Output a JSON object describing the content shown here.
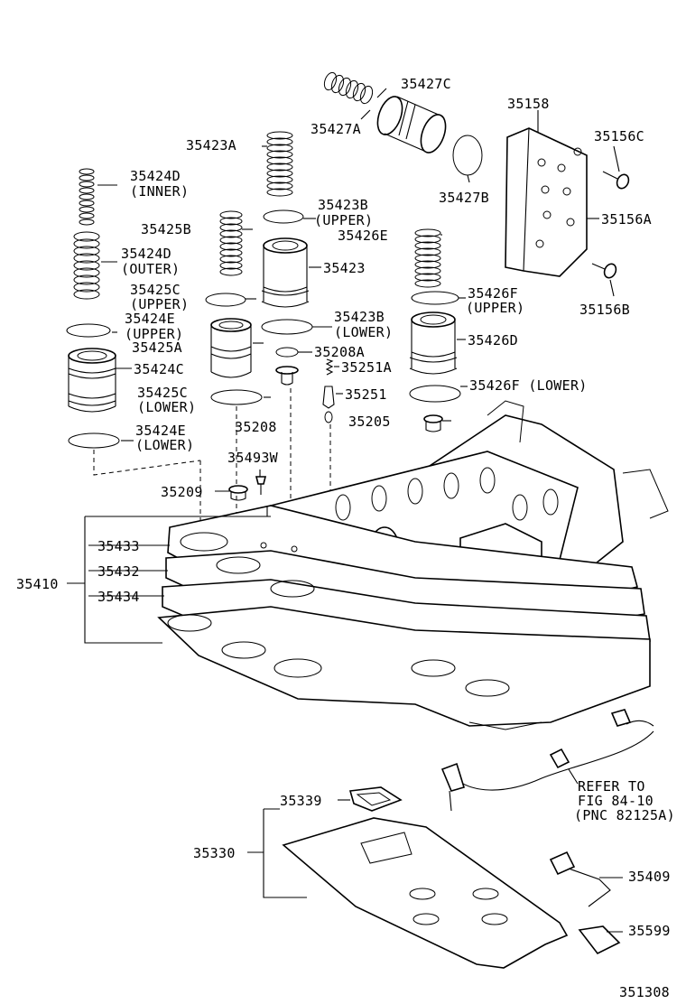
{
  "figure_number": "351308",
  "group_label": "35410",
  "labels": {
    "p35427C": "35427C",
    "p35427A": "35427A",
    "p35427B": "35427B",
    "p35158": "35158",
    "p35156C": "35156C",
    "p35156A": "35156A",
    "p35156B": "35156B",
    "p35423A": "35423A",
    "p35423B_upper": "35423B",
    "upper1": "(UPPER)",
    "p35424D_inner": "35424D",
    "inner": "(INNER)",
    "p35425B": "35425B",
    "p35424D_outer": "35424D",
    "outer": "(OUTER)",
    "p35426E": "35426E",
    "p35423": "35423",
    "p35425C_upper": "35425C",
    "upper2": "(UPPER)",
    "p35426F_upper": "35426F",
    "upper3": "(UPPER)",
    "p35424E_upper": "35424E",
    "upper4": "(UPPER)",
    "p35423B_lower": "35423B",
    "lower1": "(LOWER)",
    "p35425A": "35425A",
    "p35208A": "35208A",
    "p35426D": "35426D",
    "p35424C": "35424C",
    "p35251A": "35251A",
    "p35425C_lower": "35425C",
    "lower2": "(LOWER)",
    "p35251": "35251",
    "p35426F_lower": "35426F (LOWER)",
    "p35208": "35208",
    "p35205": "35205",
    "p35424E_lower": "35424E",
    "lower3": "(LOWER)",
    "p35493W": "35493W",
    "p35209": "35209",
    "p35433": "35433",
    "p35432": "35432",
    "p35434": "35434",
    "refer1": "REFER TO",
    "refer2": "FIG 84-10",
    "refer3": "(PNC 82125A)",
    "p35339": "35339",
    "p35330": "35330",
    "p35409": "35409",
    "p35599": "35599"
  }
}
